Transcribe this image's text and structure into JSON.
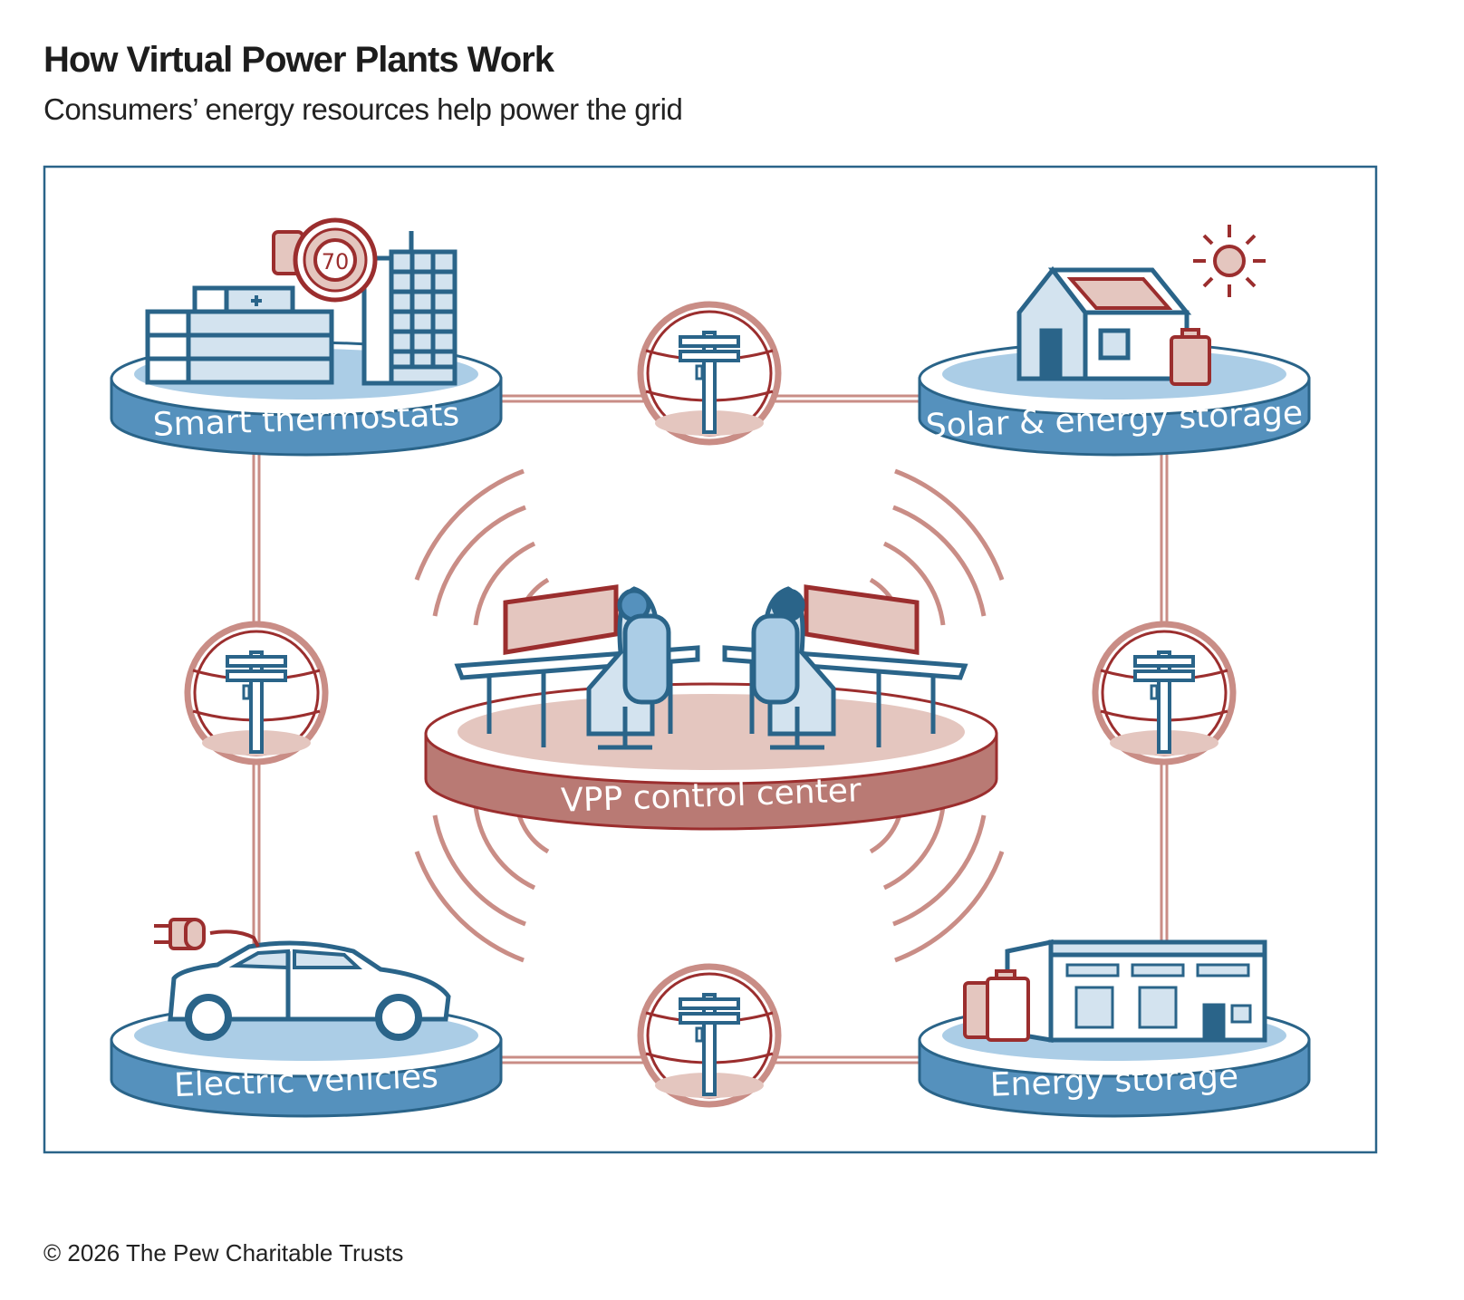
{
  "header": {
    "title": "How Virtual Power Plants Work",
    "subtitle": "Consumers’ energy resources help power the grid"
  },
  "diagram": {
    "nodes": {
      "smart_thermostats": "Smart thermostats",
      "solar_storage": "Solar & energy storage",
      "electric_vehicles": "Electric vehicles",
      "energy_storage": "Energy storage",
      "control_center": "VPP control center"
    },
    "thermostat_reading": "70",
    "colors": {
      "blue_dark": "#2a6489",
      "blue_mid": "#5591bd",
      "blue_light": "#abcde6",
      "red_dark": "#9b2e2e",
      "red_light": "#e4c6bf",
      "line": "#c98d86"
    }
  },
  "footer": {
    "credit": "© 2026 The Pew Charitable Trusts"
  }
}
